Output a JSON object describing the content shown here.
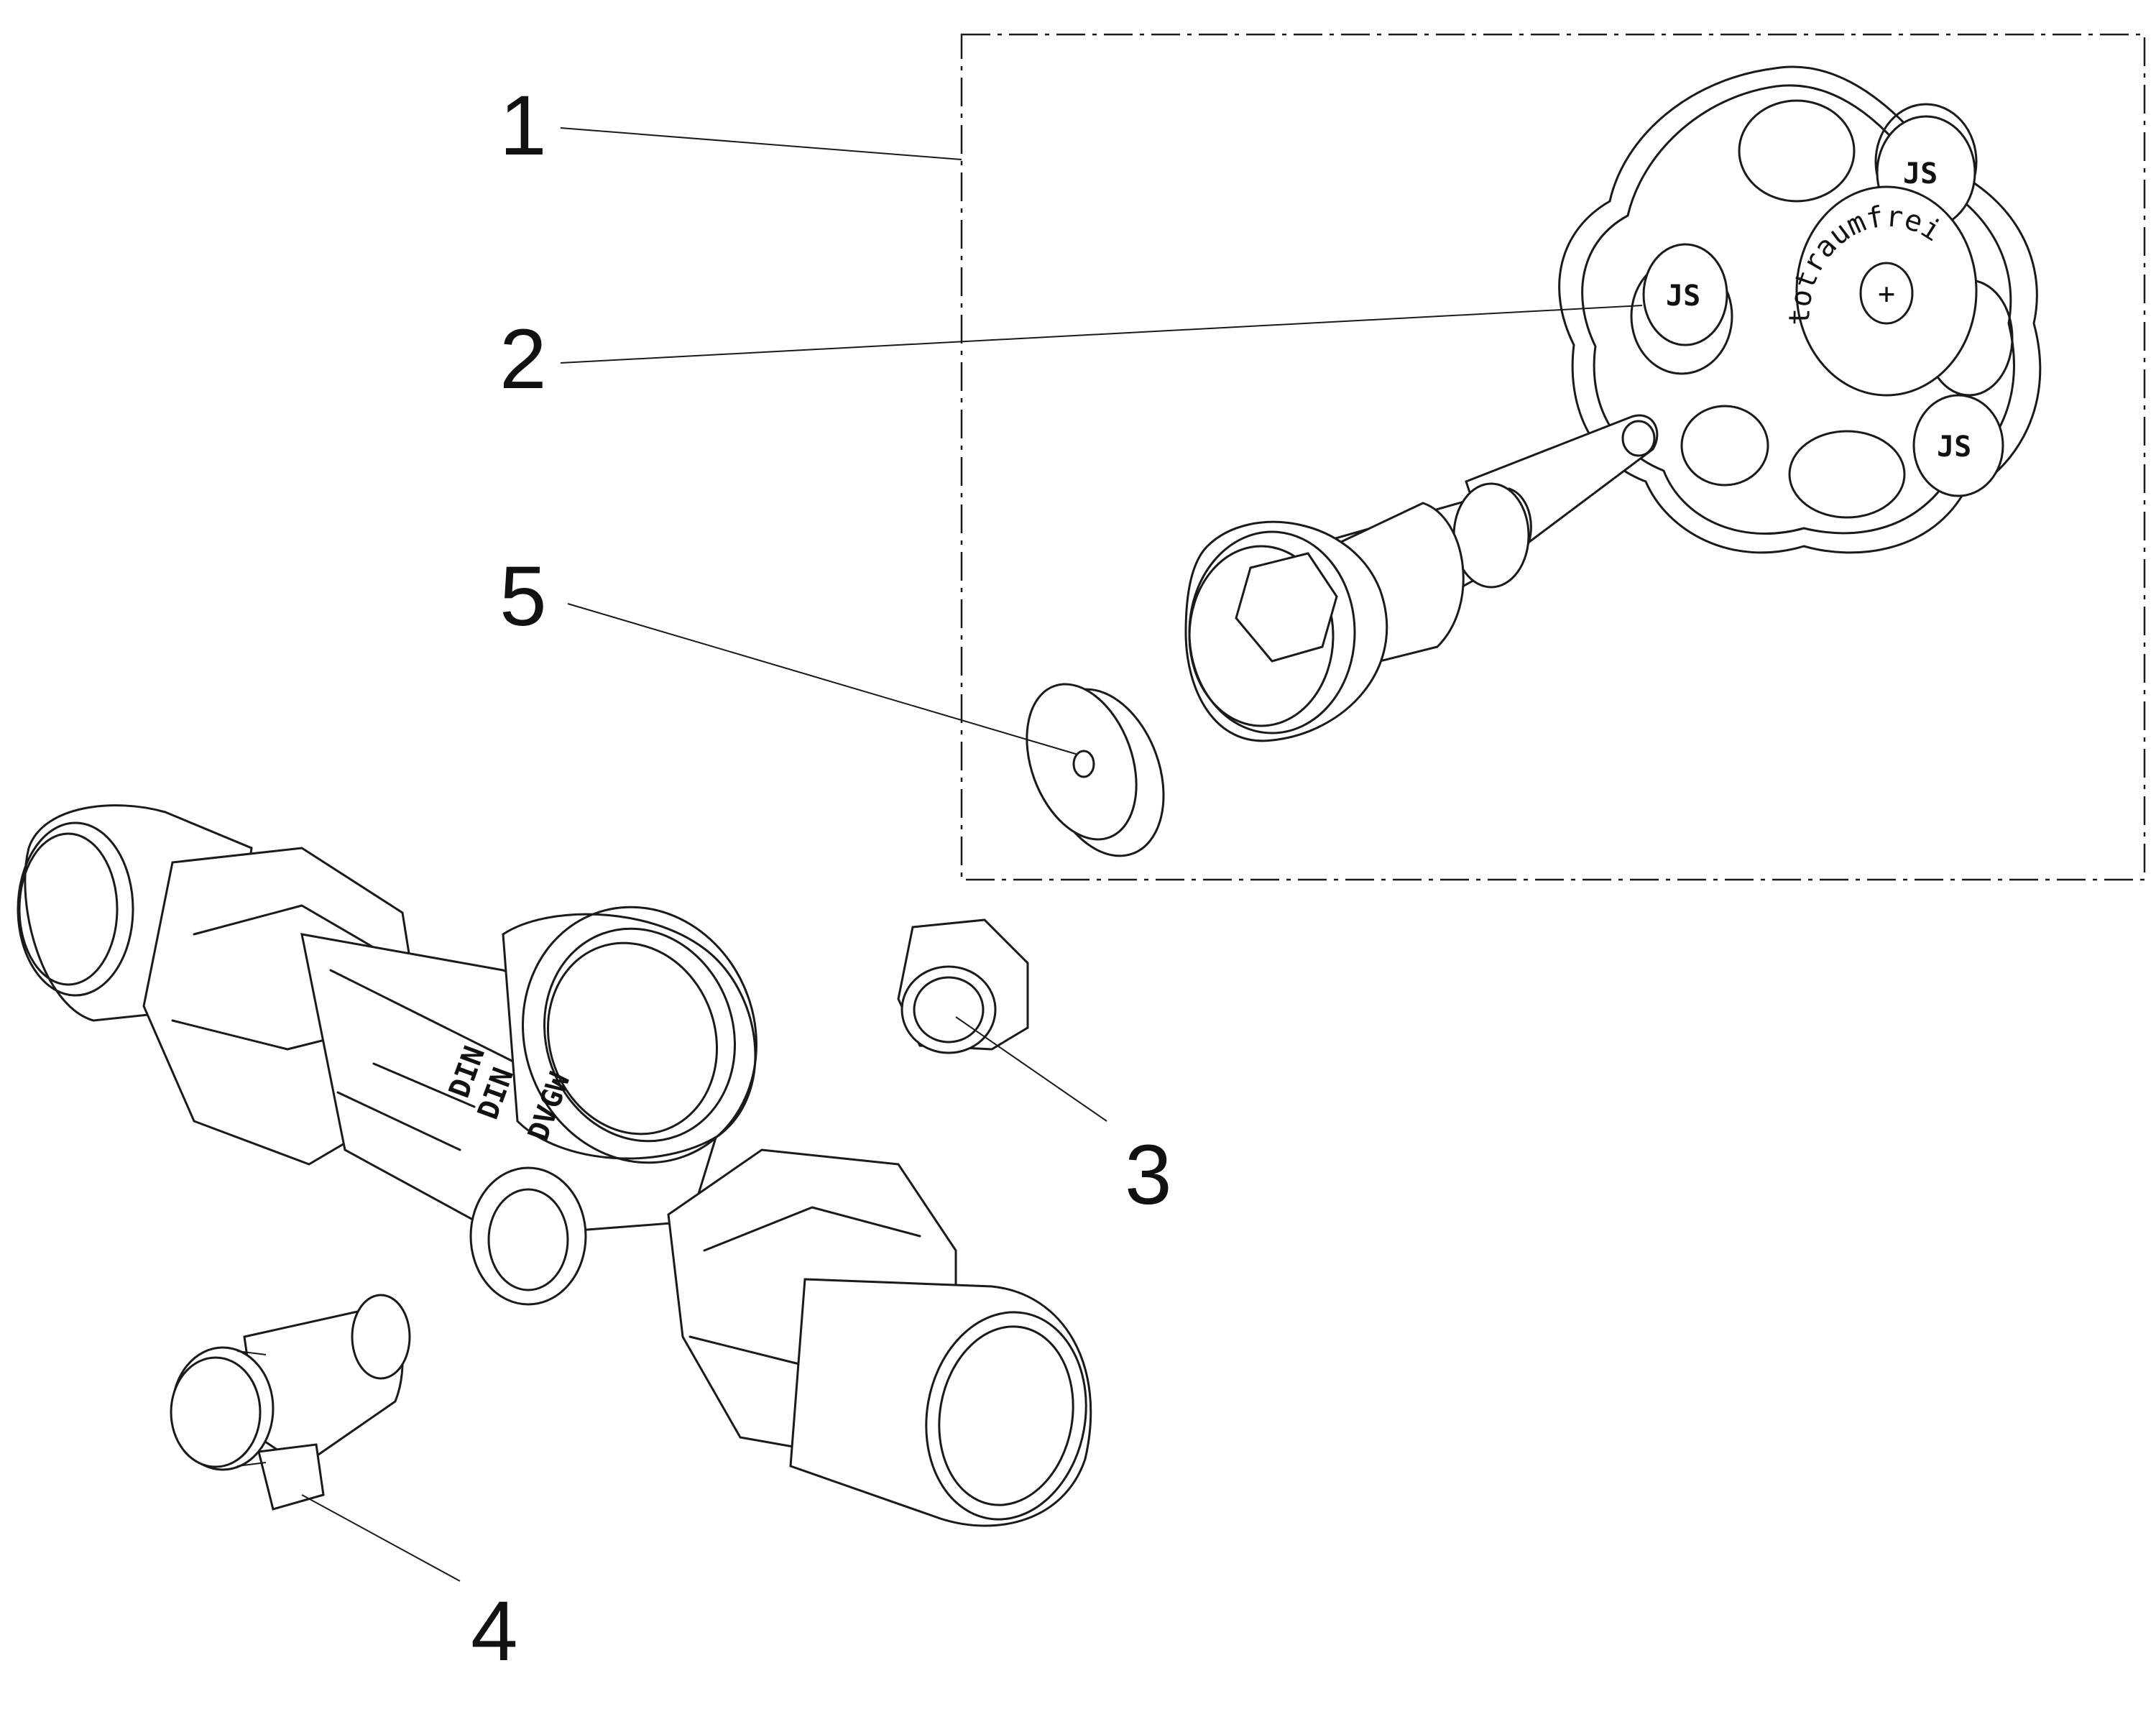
{
  "callouts": [
    {
      "id": "1",
      "label": "1"
    },
    {
      "id": "2",
      "label": "2"
    },
    {
      "id": "3",
      "label": "3"
    },
    {
      "id": "4",
      "label": "4"
    },
    {
      "id": "5",
      "label": "5"
    }
  ],
  "handwheel": {
    "ring_text": "totraumfrei",
    "center_mark": "+",
    "logo": "JS"
  },
  "valve_body": {
    "markings": [
      "DIN",
      "DIN",
      "DVGW"
    ]
  },
  "colors": {
    "line": "#1a1a1a",
    "background": "#ffffff"
  }
}
